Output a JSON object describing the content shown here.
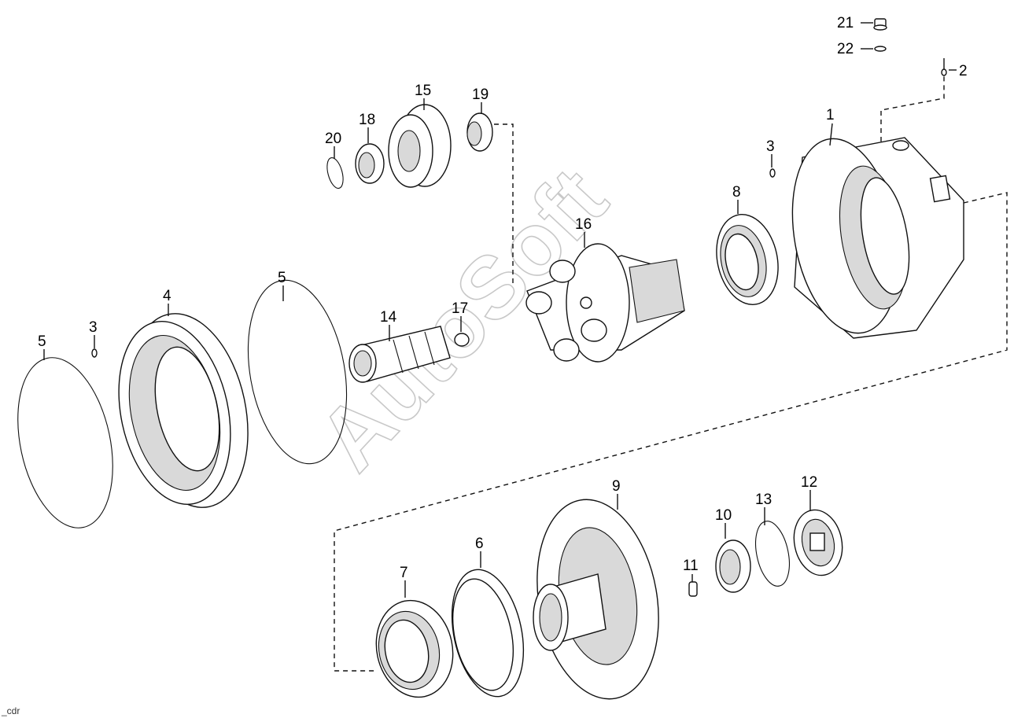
{
  "callouts": [
    "1",
    "2",
    "3",
    "3",
    "4",
    "5",
    "5",
    "6",
    "7",
    "8",
    "9",
    "10",
    "11",
    "12",
    "13",
    "14",
    "15",
    "16",
    "17",
    "18",
    "19",
    "20",
    "21",
    "22"
  ],
  "watermark": "AutoSoft",
  "footer_text": "_cdr"
}
